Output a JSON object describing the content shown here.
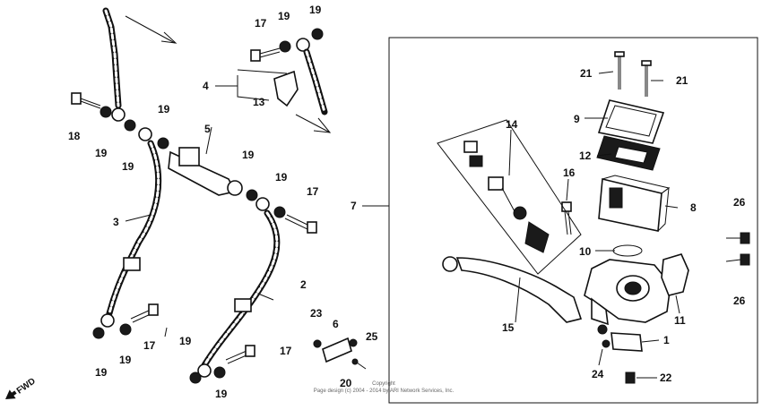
{
  "labels": {
    "p1": "1",
    "p2": "2",
    "p3": "3",
    "p4": "4",
    "p5": "5",
    "p6": "6",
    "p7": "7",
    "p8": "8",
    "p9": "9",
    "p10": "10",
    "p11": "11",
    "p12": "12",
    "p13": "13",
    "p14": "14",
    "p15": "15",
    "p16": "16",
    "p17a": "17",
    "p17b": "17",
    "p17c": "17",
    "p17d": "17",
    "p18": "18",
    "p19a": "19",
    "p19b": "19",
    "p19c": "19",
    "p19d": "19",
    "p19e": "19",
    "p19f": "19",
    "p19g": "19",
    "p19h": "19",
    "p19i": "19",
    "p19j": "19",
    "p19k": "19",
    "p20": "20",
    "p21a": "21",
    "p21b": "21",
    "p22": "22",
    "p23": "23",
    "p24": "24",
    "p25": "25",
    "p26a": "26",
    "p26b": "26"
  },
  "fwd": "FWD",
  "copyright_line1": "Copyright",
  "copyright_line2": "Page design (c) 2004 - 2014 by ARI Network Services, Inc."
}
